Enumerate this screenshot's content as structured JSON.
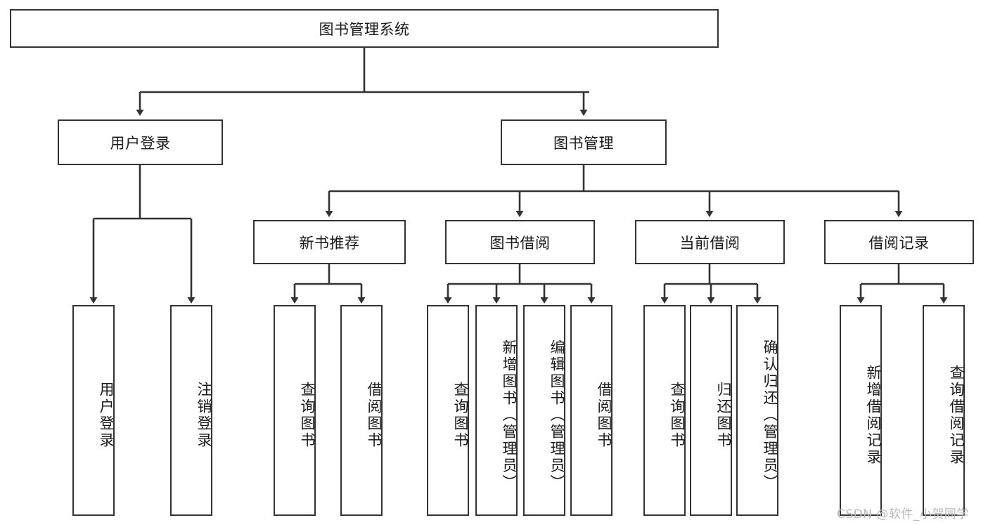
{
  "diagram": {
    "type": "tree-flowchart",
    "title": "图书管理系统",
    "root": {
      "label": "图书管理系统"
    },
    "level2": [
      {
        "label": "用户登录"
      },
      {
        "label": "图书管理"
      }
    ],
    "level3": [
      {
        "label": "新书推荐"
      },
      {
        "label": "图书借阅"
      },
      {
        "label": "当前借阅"
      },
      {
        "label": "借阅记录"
      }
    ],
    "leaves": {
      "user_login": [
        {
          "label": "用户登录"
        },
        {
          "label": "注销登录"
        }
      ],
      "new_book_recommend": [
        {
          "label": "查询图书"
        },
        {
          "label": "借阅图书"
        }
      ],
      "book_borrow": [
        {
          "label": "查询图书"
        },
        {
          "label": "新增图书（管理员）"
        },
        {
          "label": "编辑图书（管理员）"
        },
        {
          "label": "借阅图书"
        }
      ],
      "current_borrow": [
        {
          "label": "查询图书"
        },
        {
          "label": "归还图书"
        },
        {
          "label": "确认归还（管理员）"
        }
      ],
      "borrow_record": [
        {
          "label": "新增借阅记录"
        },
        {
          "label": "查询借阅记录"
        }
      ]
    }
  },
  "watermark": {
    "text": "CSDN @软件_小贺同学"
  },
  "colors": {
    "stroke": "#333333",
    "box_fill": "#ffffff",
    "text": "#1a1a1a",
    "watermark": "#b9b9b9",
    "background": "#ffffff"
  }
}
